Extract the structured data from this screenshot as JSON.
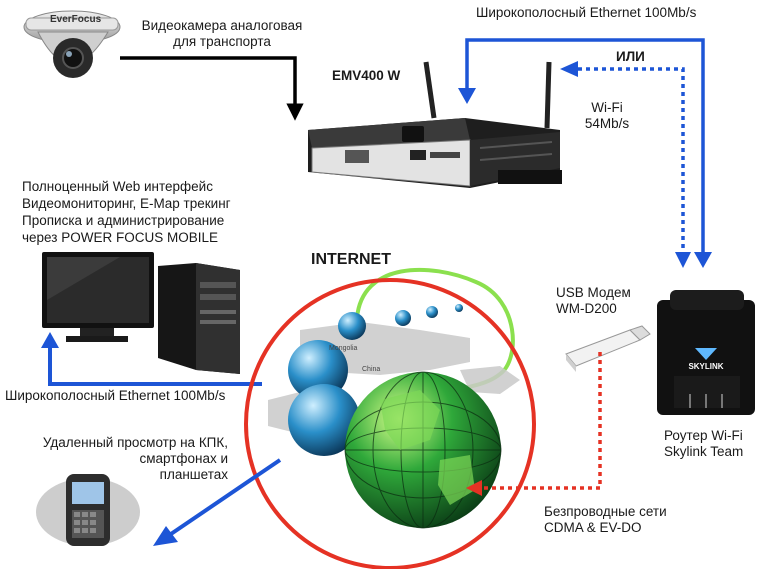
{
  "camera": {
    "brand": "EverFocus",
    "caption_line1": "Видеокамера аналоговая",
    "caption_line2": "для транспорта"
  },
  "dvr": {
    "model": "EMV400 W"
  },
  "top_link": {
    "label": "Широкополосный Ethernet 100Mb/s"
  },
  "alt_or": {
    "label": "ИЛИ"
  },
  "wifi": {
    "line1": "Wi-Fi",
    "line2": "54Mb/s"
  },
  "web": {
    "line1": "Полноценный Web интерфейс",
    "line2": "Видеомониторинг, E-Map  трекинг",
    "line3": "Прописка и администрирование",
    "line4": "через POWER FOCUS MOBILE"
  },
  "internet": {
    "label": "INTERNET"
  },
  "usb_modem": {
    "line1": "USB Модем",
    "line2": "WM-D200"
  },
  "bottom_link": {
    "label": "Широкополосный Ethernet 100Mb/s"
  },
  "remote": {
    "line1": "Удаленный просмотр на КПК,",
    "line2": "смартфонах и",
    "line3": "планшетах"
  },
  "router": {
    "brand": "SKYLINK",
    "line1": "Роутер Wi-Fi",
    "line2": "Skylink Team"
  },
  "wireless": {
    "line1": "Безпроводные сети",
    "line2": "CDMA & EV-DO"
  },
  "globe_labels": {
    "mongolia": "Mongolia",
    "china": "China"
  },
  "colors": {
    "blue_arrow": "#1d55d6",
    "red_ring": "#e53224",
    "green_loop": "#8be04e",
    "black_arrow": "#000000"
  }
}
